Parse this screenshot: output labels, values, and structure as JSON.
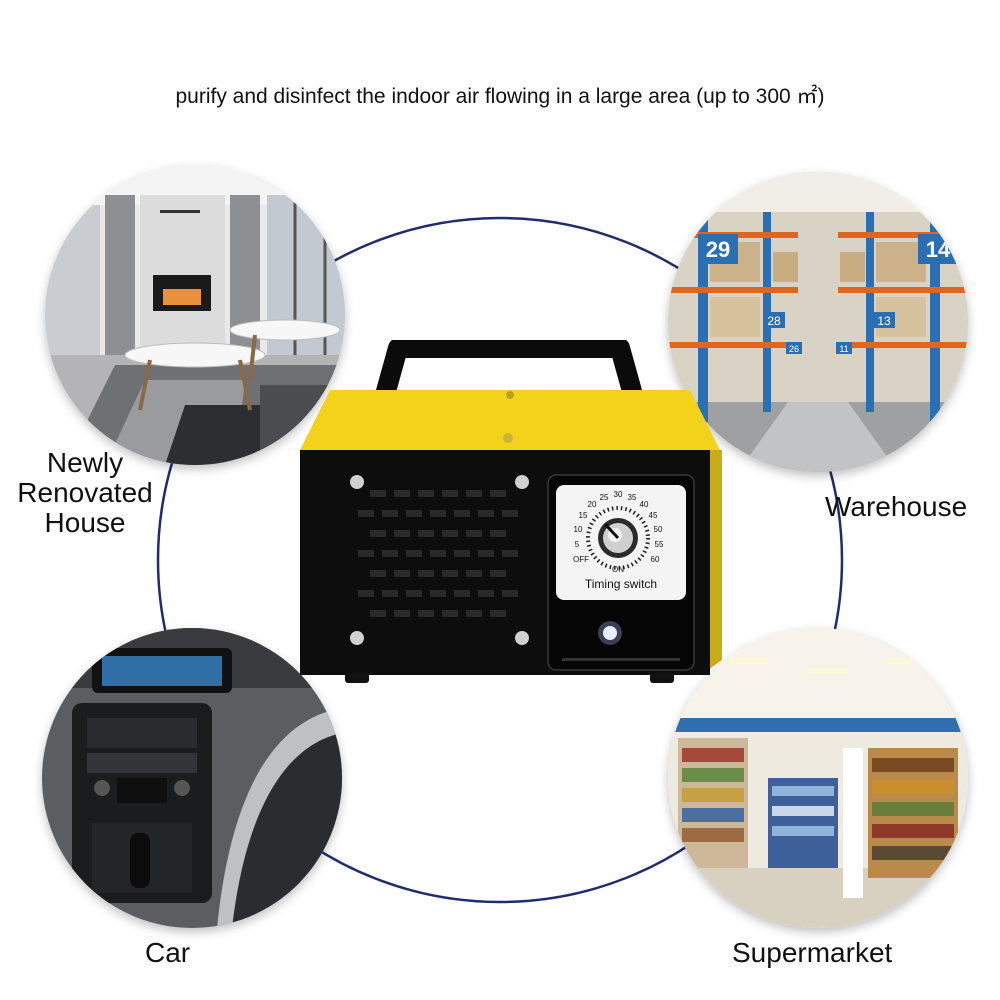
{
  "headline": "purify and disinfect the indoor air flowing in a large area (up to 300 ㎡)",
  "scenes": {
    "house": {
      "label_lines": [
        "Newly",
        "Renovated",
        "House"
      ]
    },
    "warehouse": {
      "label": "Warehouse",
      "aisle_signs": [
        "29",
        "14",
        "28",
        "13",
        "26",
        "11"
      ]
    },
    "car": {
      "label": "Car"
    },
    "supermarket": {
      "label": "Supermarket"
    }
  },
  "device": {
    "panel_label": "Timing switch",
    "dial_marks": [
      "OFF",
      "5",
      "10",
      "15",
      "20",
      "25",
      "30",
      "35",
      "40",
      "45",
      "50",
      "55",
      "60",
      "ON"
    ]
  },
  "colors": {
    "ring": "#1f2d6b",
    "device_body": "#f2d21b",
    "device_front": "#0d0d0d"
  }
}
